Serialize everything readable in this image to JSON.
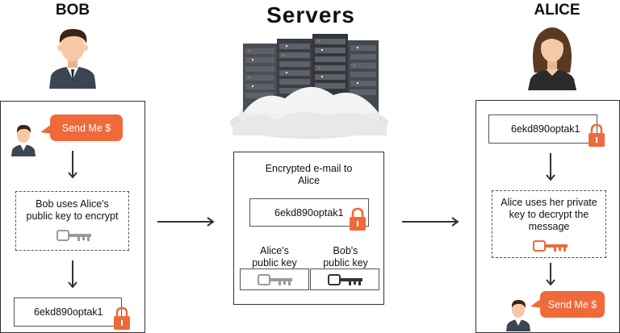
{
  "headings": {
    "bob": "BOB",
    "alice": "ALICE",
    "servers": "Servers"
  },
  "left": {
    "bubble": "Send Me $",
    "encrypt_line1": "Bob uses Alice's",
    "encrypt_line2": "public key to encrypt",
    "cipher": "6ekd890optak1"
  },
  "center": {
    "title_line1": "Encrypted e-mail to",
    "title_line2": "Alice",
    "cipher": "6ekd890optak1",
    "alice_key_line1": "Alice's",
    "alice_key_line2": "public key",
    "bob_key_line1": "Bob's",
    "bob_key_line2": "public key"
  },
  "right": {
    "cipher": "6ekd890optak1",
    "decrypt_line1": "Alice uses her private",
    "decrypt_line2": "key to decrypt the",
    "decrypt_line3": "message",
    "bubble": "Send Me $"
  },
  "colors": {
    "accent": "#ef6a3b",
    "key_gray": "#9a9a9a",
    "key_dark": "#333333",
    "skin": "#f6c9a6",
    "suit": "#3c4652",
    "hair": "#5a3a22"
  }
}
